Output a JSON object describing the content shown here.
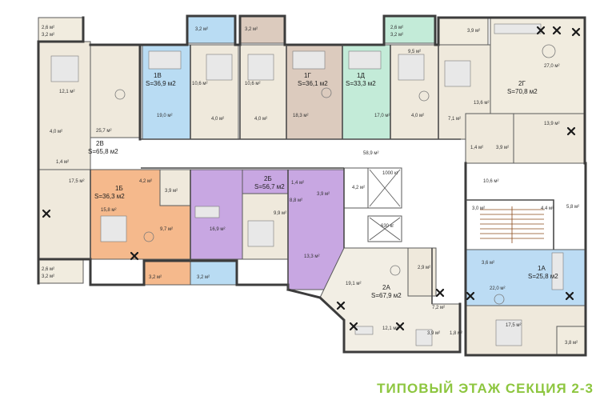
{
  "title": "ТИПОВЫЙ ЭТАЖ СЕКЦИЯ 2-3",
  "colors": {
    "title": "#8dc63f",
    "unit_2V": "#efe9dc",
    "unit_1V": "#b9dcf3",
    "unit_1G": "#dccbbe",
    "unit_1D": "#c3ebd8",
    "unit_2G": "#f1ecdf",
    "unit_1B": "#f5b98c",
    "unit_2B": "#c8a7e2",
    "unit_2A": "#f2eee4",
    "unit_1A": "#bcdcf4",
    "corridor": "#ffffff",
    "balcony_orange": "#f5b98c",
    "balcony_blue": "#b9dcf3"
  },
  "units": [
    {
      "code": "2В",
      "area": "S=65,8 м2"
    },
    {
      "code": "1В",
      "area": "S=36,9 м2"
    },
    {
      "code": "1Г",
      "area": "S=36,1 м2"
    },
    {
      "code": "1Д",
      "area": "S=33,3 м2"
    },
    {
      "code": "2Г",
      "area": "S=70,8 м2"
    },
    {
      "code": "1Б",
      "area": "S=36,3 м2"
    },
    {
      "code": "2Б",
      "area": "S=56,7 м2"
    },
    {
      "code": "2А",
      "area": "S=67,9 м2"
    },
    {
      "code": "1А",
      "area": "S=25,8 м2"
    }
  ],
  "room_labels": [
    "2,6 м²",
    "3,2 м²",
    "12,1 м²",
    "4,0 м²",
    "25,7 м²",
    "1,4 м²",
    "17,5 м²",
    "2,6 м²",
    "3,2 м²",
    "3,2 м²",
    "19,0 м²",
    "4,0 м²",
    "10,6 м²",
    "3,2 м²",
    "10,6 м²",
    "4,0 м²",
    "18,3 м²",
    "17,0 м²",
    "2,6 м²",
    "3,2 м²",
    "9,5 м²",
    "4,0 м²",
    "7,1 м²",
    "13,6 м²",
    "3,9 м²",
    "27,0 м²",
    "13,9 м²",
    "1,4 м²",
    "3,9 м²",
    "58,9 м²",
    "1000 кг",
    "4,2 м²",
    "630 кг",
    "4,2 м²",
    "3,9 м²",
    "15,8 м²",
    "9,7 м²",
    "3,2 м²",
    "16,9 м²",
    "8,8 м²",
    "3,9 м²",
    "1,4 м²",
    "9,9 м²",
    "13,3 м²",
    "3,2 м²",
    "19,1 м²",
    "2,9 м²",
    "7,2 м²",
    "12,1 м²",
    "3,9 м²",
    "1,8 м²",
    "10,6 м²",
    "3,0 м²",
    "4,4 м²",
    "5,8 м²",
    "3,6 м²",
    "22,0 м²",
    "17,5 м²",
    "3,8 м²"
  ]
}
